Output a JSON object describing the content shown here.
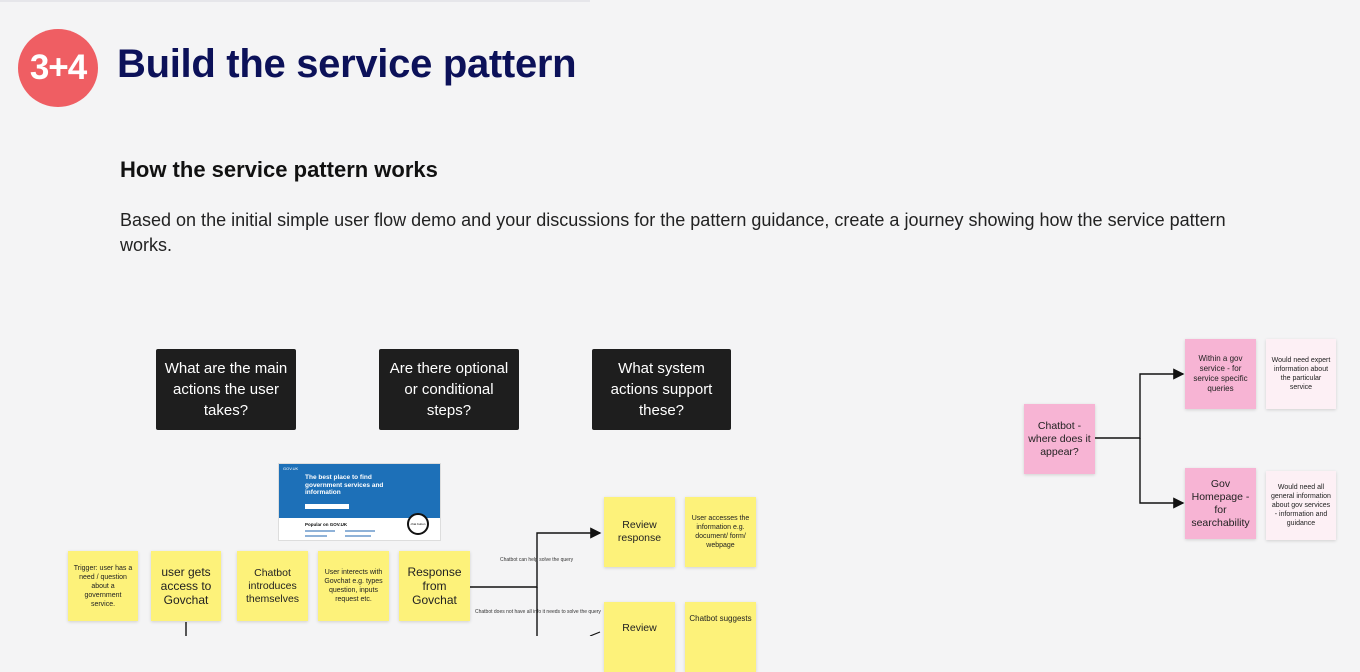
{
  "header": {
    "badge": "3+4",
    "title": "Build the service pattern"
  },
  "section": {
    "heading": "How the service pattern works",
    "description": "Based on the initial simple user flow demo and your discussions for the pattern guidance, create a journey showing how the service pattern works."
  },
  "questions": [
    "What are the main actions the user takes?",
    "Are there optional or conditional steps?",
    "What system actions support these?"
  ],
  "thumbnail": {
    "logo": "GOV.UK",
    "headline": "The best place to find government services and information",
    "popular": "Popular on GOV.UK",
    "circle": "chat button"
  },
  "flow": {
    "trigger": "Trigger: user has a need / question about a government service.",
    "access": "user gets access to Govchat",
    "intro": "Chatbot introduces themselves",
    "interacts": "User interects with Govchat e.g. types question, inputs request etc.",
    "response": "Response from Govchat",
    "branch_solve": "Chatbot can help solve the query",
    "branch_not_solve": "Chatbot does not have all info it needs to solve the query",
    "review_response": "Review response",
    "user_accesses": "User accesses the information e.g. document/ form/ webpage",
    "review_bottom": "Review",
    "chatbot_suggests": "Chatbot suggests"
  },
  "appear_map": {
    "root": "Chatbot - where does it appear?",
    "within_gov": "Within a gov service - for service specific queries",
    "within_gov_note": "Would need expert information about the particular service",
    "homepage": "Gov Homepage - for searchability",
    "homepage_note": "Would need all general information about gov services - information and guidance"
  },
  "colors": {
    "badge": "#ef5e63",
    "title": "#0c1159",
    "sticky_yellow": "#fdf27a",
    "sticky_pink": "#f7b4d4",
    "question_card": "#1e1e1e"
  }
}
